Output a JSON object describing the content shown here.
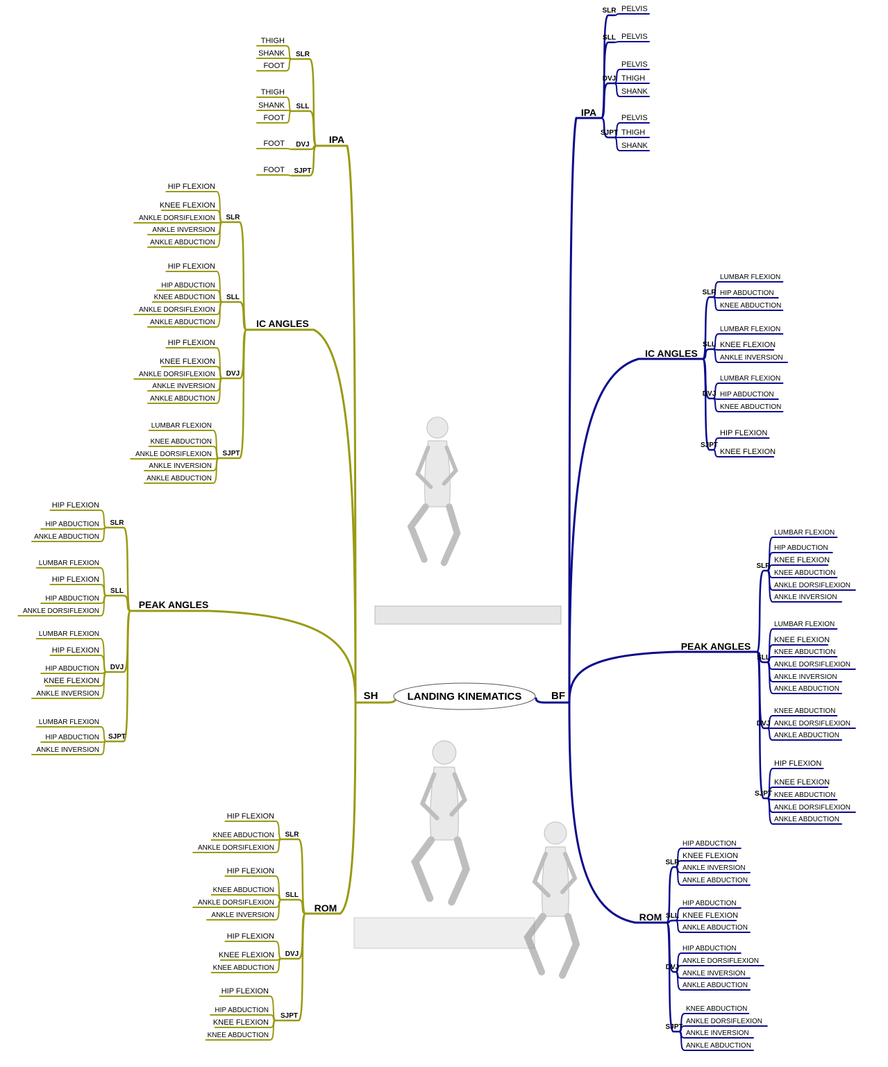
{
  "center_label": "LANDING KINEMATICS",
  "colors": {
    "left": "#9a9a14",
    "right": "#0b0b8c",
    "figure_fill": "#d8d8d8",
    "figure_stroke": "#8a8a8a"
  },
  "left": {
    "label": "SH",
    "categories": [
      {
        "label": "IPA",
        "tests": [
          {
            "label": "SLR",
            "leaves": [
              "THIGH",
              "SHANK",
              "FOOT"
            ]
          },
          {
            "label": "SLL",
            "leaves": [
              "THIGH",
              "SHANK",
              "FOOT"
            ]
          },
          {
            "label": "DVJ",
            "leaves": [
              "FOOT"
            ]
          },
          {
            "label": "SJPT",
            "leaves": [
              "FOOT"
            ]
          }
        ]
      },
      {
        "label": "IC ANGLES",
        "tests": [
          {
            "label": "SLR",
            "leaves": [
              "HIP FLEXION",
              "KNEE FLEXION",
              "ANKLE DORSIFLEXION",
              "ANKLE INVERSION",
              "ANKLE ABDUCTION"
            ]
          },
          {
            "label": "SLL",
            "leaves": [
              "HIP FLEXION",
              "HIP ABDUCTION",
              "KNEE ABDUCTION",
              "ANKLE DORSIFLEXION",
              "ANKLE ABDUCTION"
            ]
          },
          {
            "label": "DVJ",
            "leaves": [
              "HIP FLEXION",
              "KNEE FLEXION",
              "ANKLE DORSIFLEXION",
              "ANKLE INVERSION",
              "ANKLE ABDUCTION"
            ]
          },
          {
            "label": "SJPT",
            "leaves": [
              "LUMBAR FLEXION",
              "KNEE ABDUCTION",
              "ANKLE DORSIFLEXION",
              "ANKLE INVERSION",
              "ANKLE ABDUCTION"
            ]
          }
        ]
      },
      {
        "label": "PEAK ANGLES",
        "tests": [
          {
            "label": "SLR",
            "leaves": [
              "HIP FLEXION",
              "HIP ABDUCTION",
              "ANKLE ABDUCTION"
            ]
          },
          {
            "label": "SLL",
            "leaves": [
              "LUMBAR FLEXION",
              "HIP FLEXION",
              "HIP ABDUCTION",
              "ANKLE DORSIFLEXION"
            ]
          },
          {
            "label": "DVJ",
            "leaves": [
              "LUMBAR FLEXION",
              "HIP FLEXION",
              "HIP ABDUCTION",
              "KNEE FLEXION",
              "ANKLE INVERSION"
            ]
          },
          {
            "label": "SJPT",
            "leaves": [
              "LUMBAR FLEXION",
              "HIP ABDUCTION",
              "ANKLE INVERSION"
            ]
          }
        ]
      },
      {
        "label": "ROM",
        "tests": [
          {
            "label": "SLR",
            "leaves": [
              "HIP FLEXION",
              "KNEE ABDUCTION",
              "ANKLE DORSIFLEXION"
            ]
          },
          {
            "label": "SLL",
            "leaves": [
              "HIP FLEXION",
              "KNEE ABDUCTION",
              "ANKLE DORSIFLEXION",
              "ANKLE INVERSION"
            ]
          },
          {
            "label": "DVJ",
            "leaves": [
              "HIP FLEXION",
              "KNEE FLEXION",
              "KNEE ABDUCTION"
            ]
          },
          {
            "label": "SJPT",
            "leaves": [
              "HIP FLEXION",
              "HIP ABDUCTION",
              "KNEE FLEXION",
              "KNEE ABDUCTION"
            ]
          }
        ]
      }
    ]
  },
  "right": {
    "label": "BF",
    "categories": [
      {
        "label": "IPA",
        "tests": [
          {
            "label": "SLR",
            "leaves": [
              "PELVIS"
            ]
          },
          {
            "label": "SLL",
            "leaves": [
              "PELVIS"
            ]
          },
          {
            "label": "DVJ",
            "leaves": [
              "PELVIS",
              "THIGH",
              "SHANK"
            ]
          },
          {
            "label": "SJPT",
            "leaves": [
              "PELVIS",
              "THIGH",
              "SHANK"
            ]
          }
        ]
      },
      {
        "label": "IC ANGLES",
        "tests": [
          {
            "label": "SLR",
            "leaves": [
              "LUMBAR FLEXION",
              "HIP ABDUCTION",
              "KNEE ABDUCTION"
            ]
          },
          {
            "label": "SLL",
            "leaves": [
              "LUMBAR FLEXION",
              "KNEE FLEXION",
              "ANKLE INVERSION"
            ]
          },
          {
            "label": "DVJ",
            "leaves": [
              "LUMBAR FLEXION",
              "HIP ABDUCTION",
              "KNEE ABDUCTION"
            ]
          },
          {
            "label": "SJPT",
            "leaves": [
              "HIP FLEXION",
              "KNEE FLEXION"
            ]
          }
        ]
      },
      {
        "label": "PEAK ANGLES",
        "tests": [
          {
            "label": "SLR",
            "leaves": [
              "LUMBAR FLEXION",
              "HIP ABDUCTION",
              "KNEE FLEXION",
              "KNEE ABDUCTION",
              "ANKLE DORSIFLEXION",
              "ANKLE INVERSION"
            ]
          },
          {
            "label": "SLL",
            "leaves": [
              "LUMBAR FLEXION",
              "KNEE FLEXION",
              "KNEE ABDUCTION",
              "ANKLE DORSIFLEXION",
              "ANKLE INVERSION",
              "ANKLE ABDUCTION"
            ]
          },
          {
            "label": "DVJ",
            "leaves": [
              "KNEE ABDUCTION",
              "ANKLE DORSIFLEXION",
              "ANKLE ABDUCTION"
            ]
          },
          {
            "label": "SJPT",
            "leaves": [
              "HIP FLEXION",
              "KNEE FLEXION",
              "KNEE ABDUCTION",
              "ANKLE DORSIFLEXION",
              "ANKLE ABDUCTION"
            ]
          }
        ]
      },
      {
        "label": "ROM",
        "tests": [
          {
            "label": "SLR",
            "leaves": [
              "HIP ABDUCTION",
              "KNEE FLEXION",
              "ANKLE INVERSION",
              "ANKLE ABDUCTION"
            ]
          },
          {
            "label": "SLL",
            "leaves": [
              "HIP ABDUCTION",
              "KNEE FLEXION",
              "ANKLE ABDUCTION"
            ]
          },
          {
            "label": "DVJ",
            "leaves": [
              "HIP ABDUCTION",
              "ANKLE DORSIFLEXION",
              "ANKLE INVERSION",
              "ANKLE ABDUCTION"
            ]
          },
          {
            "label": "SJPT",
            "leaves": [
              "KNEE ABDUCTION",
              "ANKLE DORSIFLEXION",
              "ANKLE INVERSION",
              "ANKLE ABDUCTION"
            ]
          }
        ]
      }
    ]
  }
}
